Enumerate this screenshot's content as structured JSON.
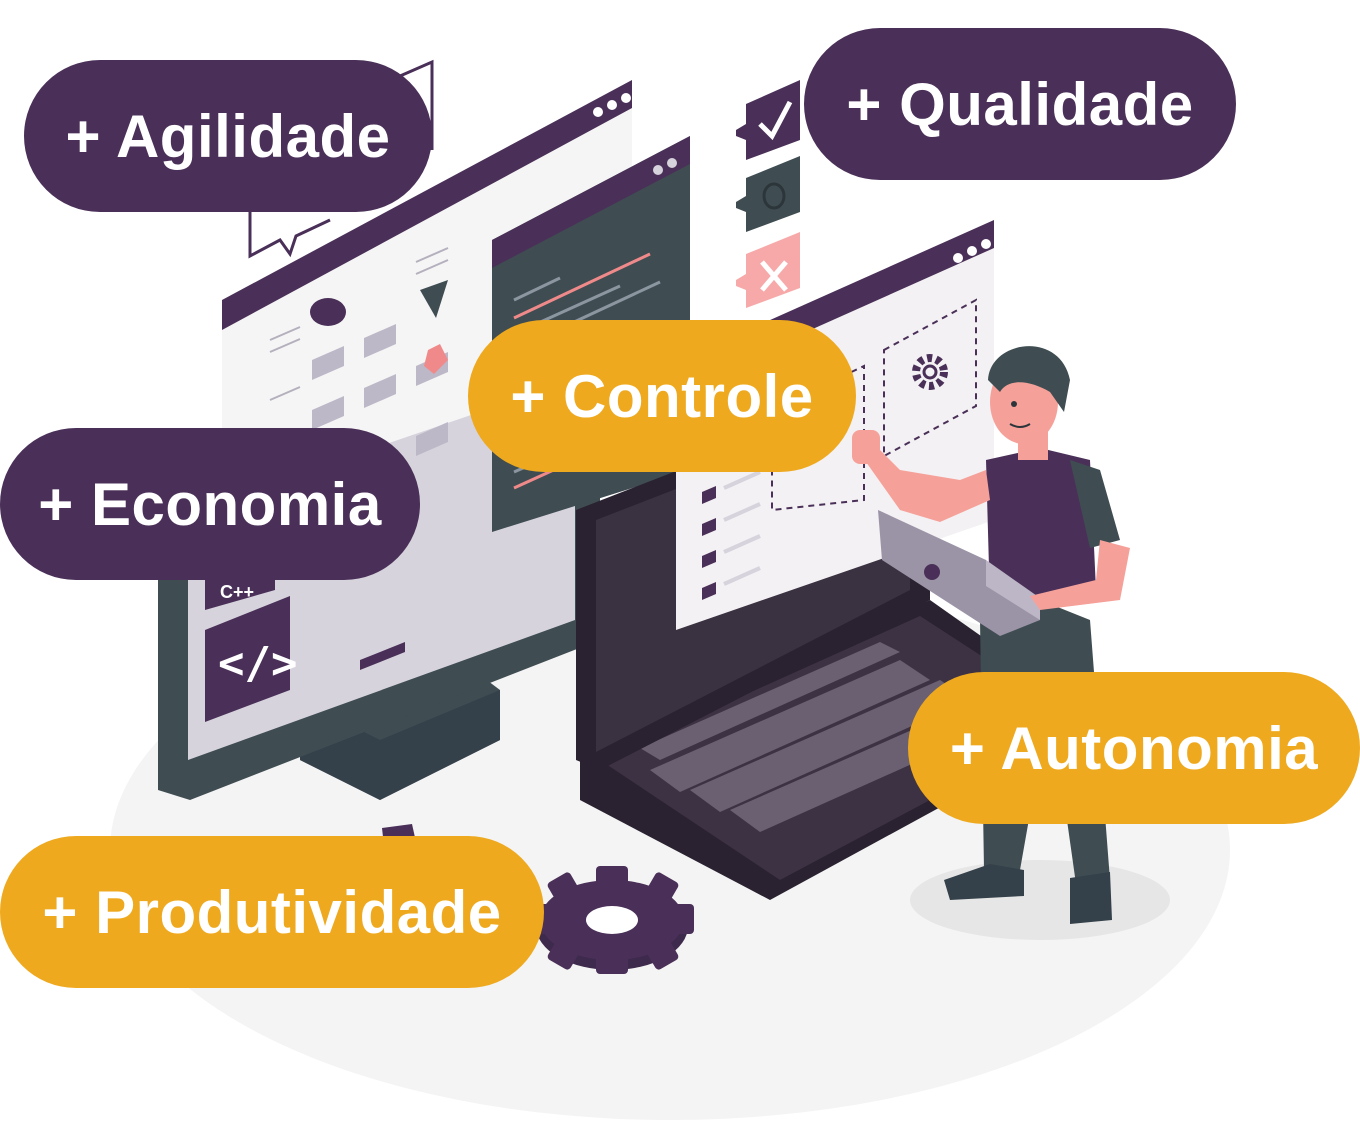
{
  "badges": {
    "agilidade": "+ Agilidade",
    "qualidade": "+ Qualidade",
    "controle": "+ Controle",
    "economia": "+ Economia",
    "autonomia": "+ Autonomia",
    "produtividade": "+ Produtividade"
  },
  "illustration": {
    "code_tile_symbol": "</>",
    "lang_tile_label": "C++",
    "bug_icon": "bug-icon",
    "check_icon": "check-icon",
    "cross_icon": "cross-icon",
    "gear_icon": "gear-icon"
  },
  "colors": {
    "purple": "#4a3058",
    "gold": "#eea91f",
    "slate": "#3f4d52",
    "pink": "#f08a8a",
    "skin": "#f5a19a"
  }
}
